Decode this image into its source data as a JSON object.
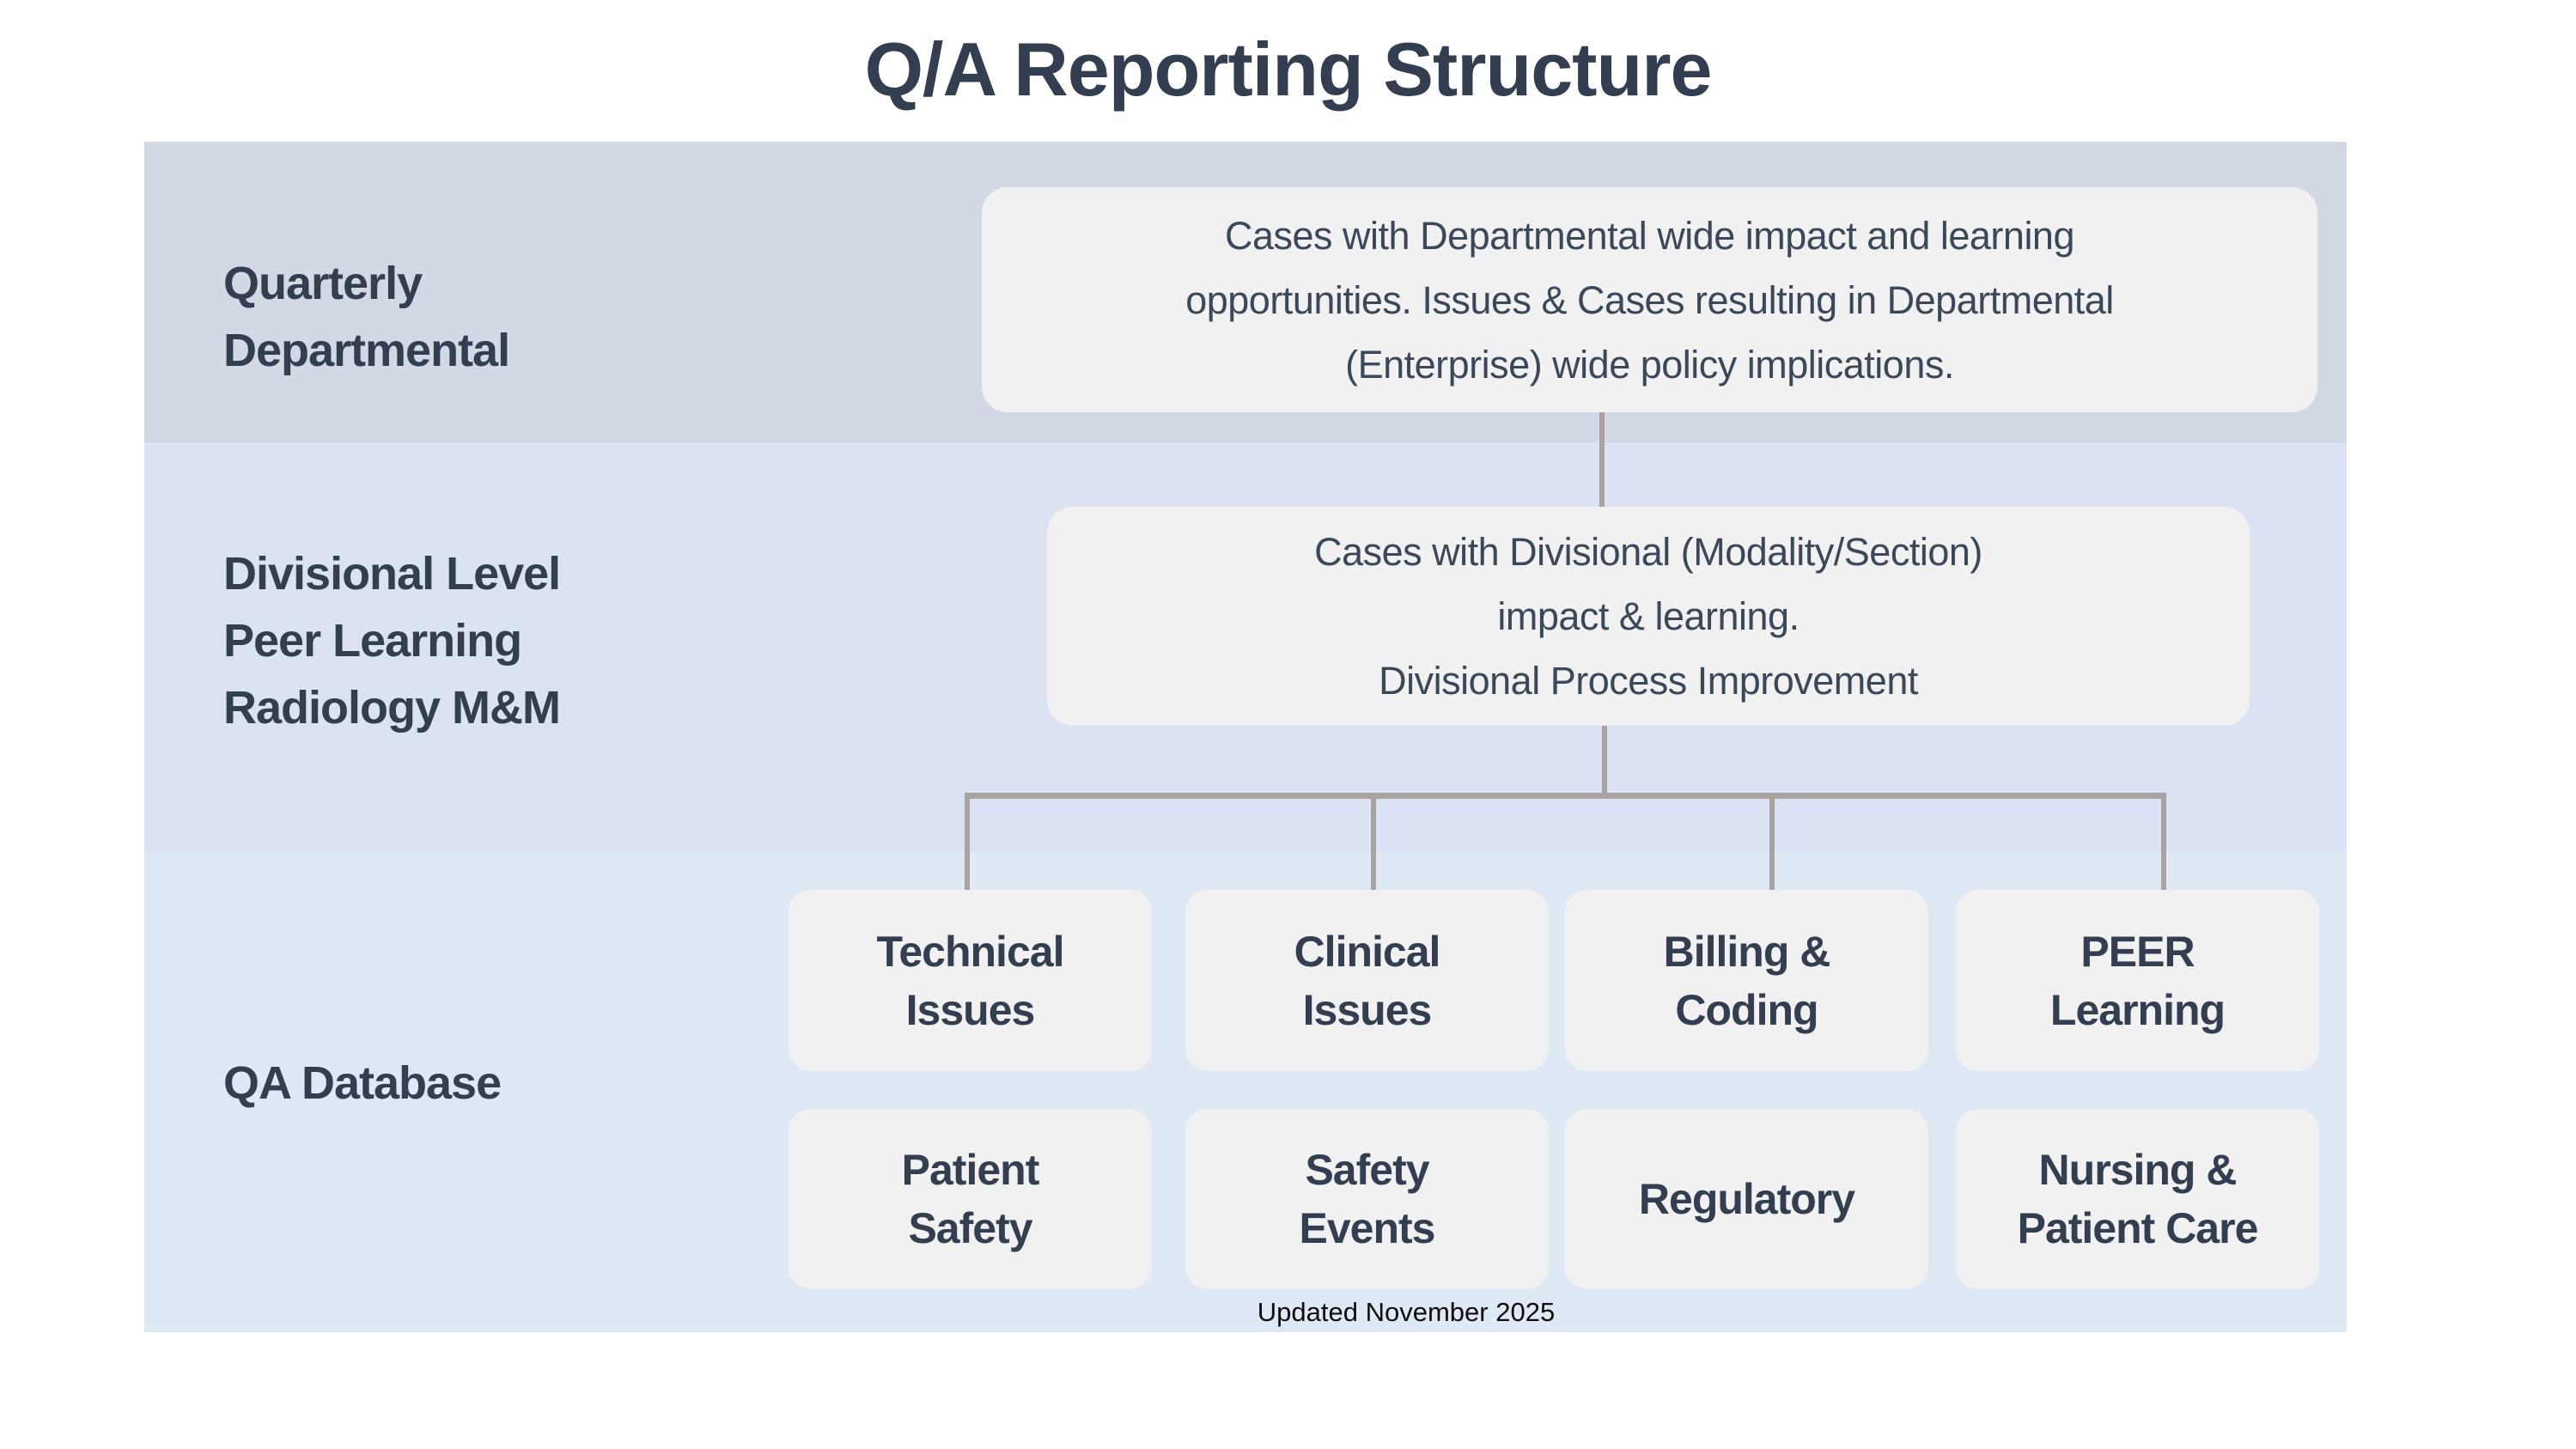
{
  "title": "Q/A Reporting Structure",
  "footer": "Updated November 2025",
  "bands": [
    {
      "label": "Quarterly\nDepartmental",
      "box": "Cases with Departmental wide impact and learning\nopportunities. Issues & Cases resulting in Departmental\n(Enterprise) wide policy implications."
    },
    {
      "label": "Divisional Level\nPeer Learning\nRadiology M&M",
      "box": "Cases with Divisional (Modality/Section)\nimpact & learning.\nDivisional Process Improvement"
    },
    {
      "label": "QA Database",
      "boxes": [
        "Technical\nIssues",
        "Clinical\nIssues",
        "Billing &\nCoding",
        "PEER\nLearning",
        "Patient\nSafety",
        "Safety\nEvents",
        "Regulatory",
        "Nursing &\nPatient Care"
      ]
    }
  ],
  "colors": {
    "band-quarterly": "#d2d8e4",
    "band-divisional": "#dae2f3",
    "band-qa": "#dfe9f5",
    "node-fill": "#f1f1f2",
    "heading-text": "#333f50",
    "node-text": "#3b4859",
    "connector": "#a8a3a0",
    "footer-text": "#0d0d0d"
  }
}
